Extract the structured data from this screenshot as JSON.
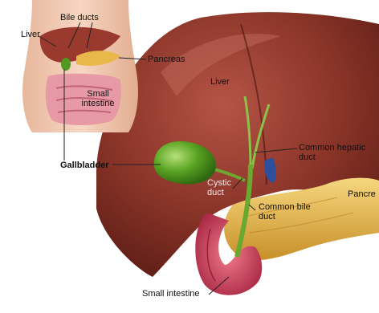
{
  "labels": {
    "inset_liver": "Liver",
    "inset_bile_ducts": "Bile ducts",
    "inset_pancreas": "Pancreas",
    "inset_small_intestine_line1": "Small",
    "inset_small_intestine_line2": "intestine",
    "gallbladder": "Gallbladder",
    "liver": "Liver",
    "common_hepatic_duct_line1": "Common hepatic",
    "common_hepatic_duct_line2": "duct",
    "cystic_duct_line1": "Cystic",
    "cystic_duct_line2": "duct",
    "common_bile_duct_line1": "Common bile",
    "common_bile_duct_line2": "duct",
    "pancreas_partial": "Pancre",
    "small_intestine": "Small intestine"
  },
  "colors": {
    "liver": "#7a2c22",
    "liver_highlight": "#b5574a",
    "gallbladder": "#4f9a1f",
    "bile_duct": "#7db83a",
    "pancreas": "#e8b84a",
    "intestine": "#d4506a",
    "skin": "#f3c9b0",
    "vessel_blue": "#2d4f9c"
  }
}
